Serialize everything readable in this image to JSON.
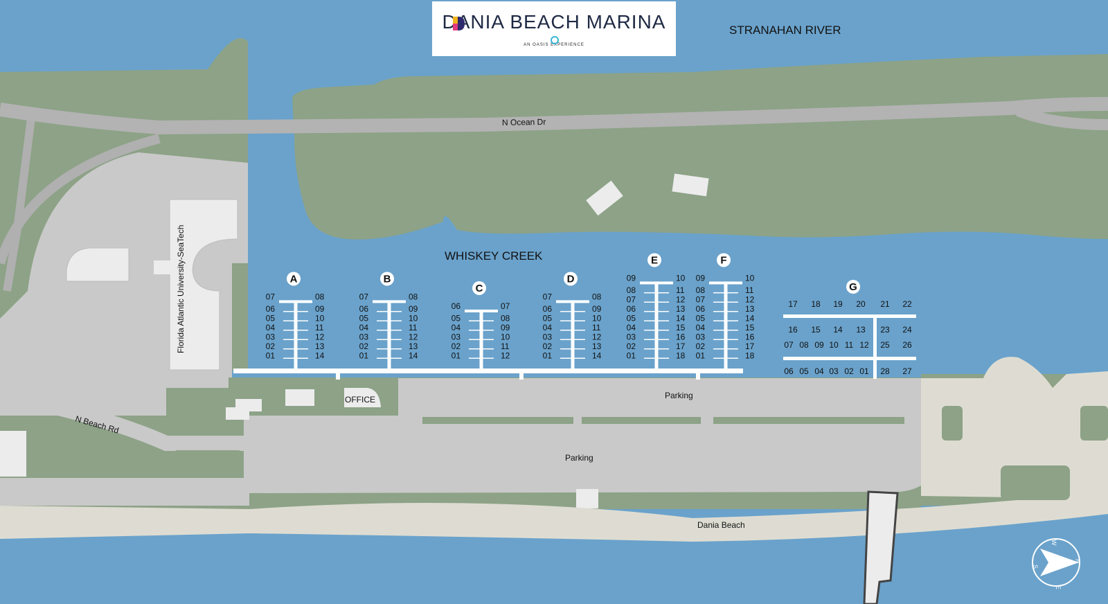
{
  "logo": {
    "title": "DANIA BEACH MARINA",
    "subtitle": "AN OASIS EXPERIENCE"
  },
  "places": {
    "river": "STRANAHAN RIVER",
    "creek": "WHISKEY CREEK",
    "road_ocean": "N Ocean Dr",
    "road_beach": "N Beach Rd",
    "building_fau": "Florida Atlantic University-SeaTech",
    "office": "OFFICE",
    "parking_upper": "Parking",
    "parking_lower": "Parking",
    "beach": "Dania Beach"
  },
  "colors": {
    "water": "#6aa2cb",
    "land": "#8da287",
    "pavement": "#c9c9c9",
    "sand": "#dedcd2",
    "dock": "#ffffff"
  },
  "compass": {
    "letters": [
      "W",
      "N",
      "E",
      "S"
    ],
    "icon": "compass-arrow-icon"
  },
  "docks": [
    {
      "name": "A",
      "left": [
        "07",
        "06",
        "05",
        "04",
        "03",
        "02",
        "01"
      ],
      "right": [
        "08",
        "09",
        "10",
        "11",
        "12",
        "13",
        "14"
      ]
    },
    {
      "name": "B",
      "left": [
        "07",
        "06",
        "05",
        "04",
        "03",
        "02",
        "01"
      ],
      "right": [
        "08",
        "09",
        "10",
        "11",
        "12",
        "13",
        "14"
      ]
    },
    {
      "name": "C",
      "left": [
        "06",
        "05",
        "04",
        "03",
        "02",
        "01"
      ],
      "right": [
        "07",
        "08",
        "09",
        "10",
        "11",
        "12"
      ]
    },
    {
      "name": "D",
      "left": [
        "07",
        "06",
        "05",
        "04",
        "03",
        "02",
        "01"
      ],
      "right": [
        "08",
        "09",
        "10",
        "11",
        "12",
        "13",
        "14"
      ]
    },
    {
      "name": "E",
      "left": [
        "09",
        "08",
        "07",
        "06",
        "05",
        "04",
        "03",
        "02",
        "01"
      ],
      "right": [
        "10",
        "11",
        "12",
        "13",
        "14",
        "15",
        "16",
        "17",
        "18"
      ]
    },
    {
      "name": "F",
      "left": [
        "09",
        "08",
        "07",
        "06",
        "05",
        "04",
        "03",
        "02",
        "01"
      ],
      "right": [
        "10",
        "11",
        "12",
        "13",
        "14",
        "15",
        "16",
        "17",
        "18"
      ]
    }
  ],
  "dock_g": {
    "name": "G",
    "row_top": [
      "17",
      "18",
      "19",
      "20",
      "21",
      "22"
    ],
    "row_mid_a": [
      "16",
      "15",
      "14",
      "13",
      "23",
      "24"
    ],
    "row_mid_b": [
      "07",
      "08",
      "09",
      "10",
      "11",
      "12",
      "25",
      "26"
    ],
    "row_bottom": [
      "06",
      "05",
      "04",
      "03",
      "02",
      "01",
      "28",
      "27"
    ]
  }
}
